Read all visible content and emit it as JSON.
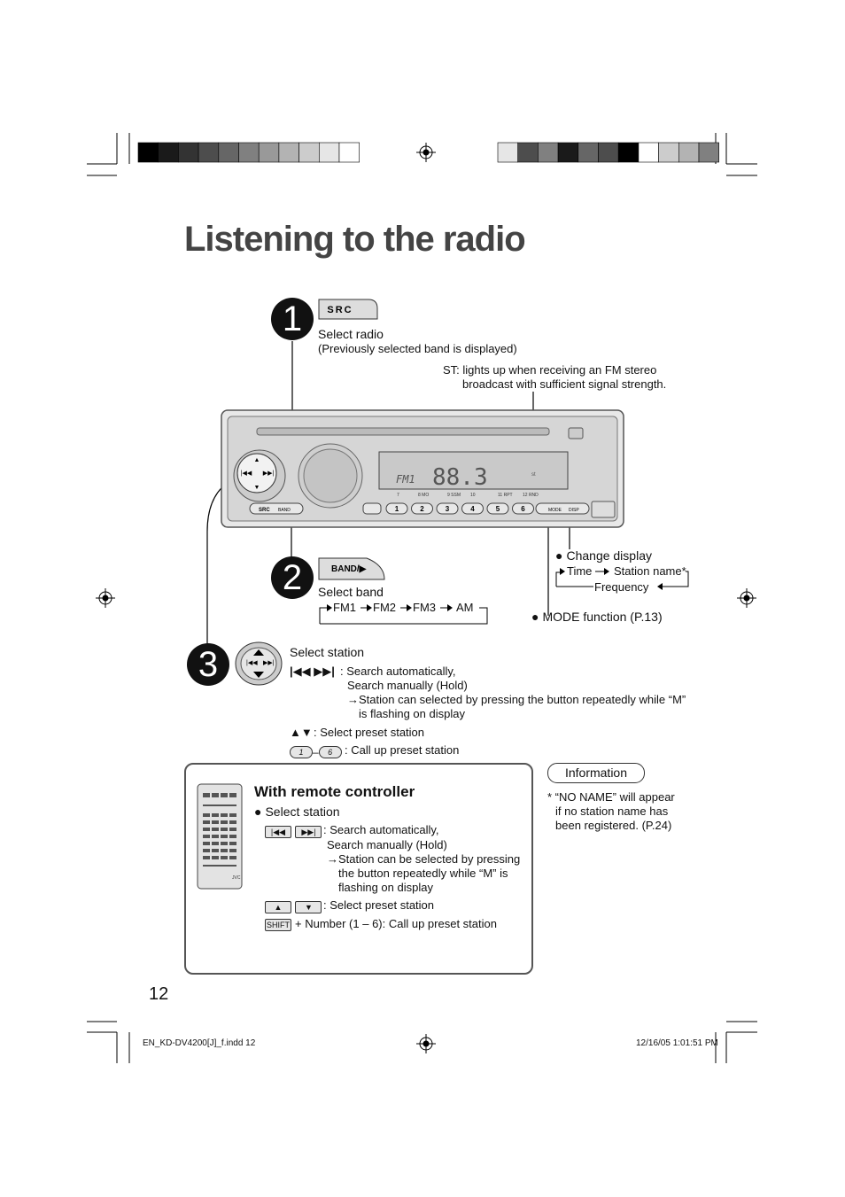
{
  "page_title": "Listening to the radio",
  "page_number": "12",
  "color_bars": {
    "left": [
      "#000000",
      "#1a1a1a",
      "#333333",
      "#4d4d4d",
      "#666666",
      "#808080",
      "#999999",
      "#b3b3b3",
      "#cccccc",
      "#e6e6e6",
      "#ffffff"
    ],
    "right": [
      "#e6e6e6",
      "#4d4d4d",
      "#808080",
      "#1a1a1a",
      "#666666",
      "#4d4d4d",
      "#000000",
      "#ffffff",
      "#cccccc",
      "#b3b3b3",
      "#808080"
    ]
  },
  "step1": {
    "number": "1",
    "button_label": "SRC",
    "label": "Select radio",
    "note": "(Previously selected band is displayed)"
  },
  "st_note": {
    "line1": "ST: lights up when receiving an FM stereo",
    "line2": "broadcast with sufficient signal strength."
  },
  "display": {
    "band": "FM1",
    "freq": "88.3",
    "preset_labels": [
      "7",
      "8 MO",
      "9 SSM",
      "10",
      "11 RPT",
      "12 RND"
    ],
    "presets": [
      "1",
      "2",
      "3",
      "4",
      "5",
      "6"
    ],
    "src_label": "SRC",
    "band_label": "BAND",
    "mode_label": "MODE",
    "disp_label": "DISP"
  },
  "step2": {
    "number": "2",
    "button_label": "BAND/▶",
    "label": "Select band",
    "cycle": [
      "FM1",
      "FM2",
      "FM3",
      "AM"
    ]
  },
  "change_display": {
    "title": "Change display",
    "time": "Time",
    "station": "Station name*",
    "frequency": "Frequency"
  },
  "mode_function": "MODE function (P.13)",
  "step3": {
    "number": "3",
    "label": "Select station",
    "seek_symbols": "|◀◀ ▶▶|",
    "auto": ": Search automatically,",
    "manual": "Search manually (Hold)",
    "arrow_note1": "→Station can selected by pressing the button repeatedly while “M”",
    "arrow_note2": "is flashing on display",
    "updown_symbols": "▲▼",
    "updown": ": Select preset station",
    "preset_first": "1",
    "preset_last": "6",
    "preset_dash": "–",
    "preset": ": Call up preset station"
  },
  "remote": {
    "title": "With remote controller",
    "select_station": "Select station",
    "auto": ": Search automatically,",
    "manual": "Search manually (Hold)",
    "note1": "→Station can be selected by pressing",
    "note2": "the button repeatedly while “M” is",
    "note3": "flashing on display",
    "updown": ": Select preset station",
    "shift_key": "SHIFT",
    "shift_text": "+ Number (1 – 6): Call up preset station",
    "brand": "JVC"
  },
  "information": {
    "label": "Information",
    "line1": "* “NO NAME” will appear",
    "line2": "if no station name has",
    "line3": "been registered. (P.24)"
  },
  "footer": {
    "file": "EN_KD-DV4200[J]_f.indd   12",
    "date": "12/16/05   1:01:51 PM"
  }
}
